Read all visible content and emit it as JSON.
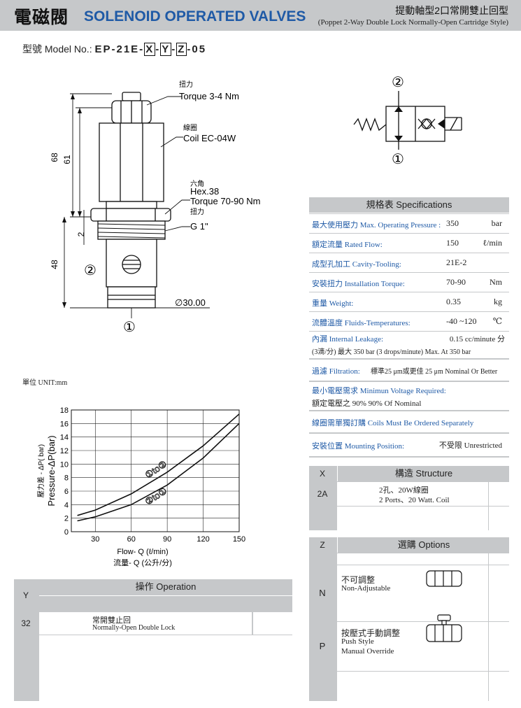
{
  "header": {
    "title_cn": "電磁閥",
    "title_en": "SOLENOID OPERATED VALVES",
    "subtitle_cn": "提動軸型2口常開雙止回型",
    "subtitle_en": "(Poppet 2-Way Double Lock Normally-Open Cartridge Style)"
  },
  "model": {
    "label": "型號 Model No.:",
    "prefix": "EP-21E-",
    "x": "X",
    "y": "Y",
    "z": "Z",
    "suffix": "-05",
    "sep": "-"
  },
  "drawing": {
    "torque_cn": "扭力",
    "torque": "Torque 3-4 Nm",
    "coil_cn": "線圈",
    "coil": "Coil EC-04W",
    "hex_cn": "六角",
    "hex": "Hex.38",
    "hex_torque": "Torque 70-90 Nm",
    "hex_torque_cn": "扭力",
    "thread": "G 1\"",
    "dim_68": "68",
    "dim_61": "61",
    "dim_2": "2",
    "dim_48": "48",
    "dia": "∅30.00",
    "port2": "②",
    "port1": "①",
    "unit": "單位 UNIT:mm"
  },
  "symbol": {
    "port2": "②",
    "port1": "①"
  },
  "specs": {
    "title": "規格表 Specifications",
    "rows": [
      {
        "key": "最大使用壓力 Max. Operating Pressure :",
        "value": "350",
        "unit": "bar"
      },
      {
        "key": "額定流量 Rated Flow:",
        "value": "150",
        "unit": "ℓ/min"
      },
      {
        "key": "成型孔加工 Cavity-Tooling:",
        "value": "21E-2",
        "unit": ""
      },
      {
        "key": "安裝扭力 Installation Torque:",
        "value": "70-90",
        "unit": "Nm"
      },
      {
        "key": "重量 Weight:",
        "value": "0.35",
        "unit": "kg"
      },
      {
        "key": "流體溫度 Fluids-Temperatures:",
        "value": "-40 ~120",
        "unit": "℃"
      }
    ],
    "leak_key": "內漏 Internal Leakage:",
    "leak_val": "0.15 cc/minute 分",
    "leak_line2": "(3滴/分) 最大 350 bar   (3 drops/minute) Max. At 350 bar",
    "filt_key": "過濾 Filtration:",
    "filt_val": "標準25 μm或更佳 25 μm Nominal Or Better",
    "minv_key": "最小電壓需求 Minimun Voltage Required:",
    "minv_val": "額定電壓之 90%     90% Of Nominal",
    "coil_order": "線圈需單獨訂購 Coils Must Be Ordered Separately",
    "mount_key": "安裝位置 Mounting Position:",
    "mount_val": "不受限  Unrestricted"
  },
  "structure": {
    "head_code": "X",
    "head_title": "構造 Structure",
    "code": "2A",
    "desc_cn": "2孔、20W線圈",
    "desc_en": "2 Ports、20 Watt. Coil"
  },
  "options": {
    "head_code": "Z",
    "head_title": "選購 Options",
    "rows": [
      {
        "code": "N",
        "cn": "不可調整",
        "en1": "Non-Adjustable",
        "en2": ""
      },
      {
        "code": "P",
        "cn": "按壓式手動調整",
        "en1": "Push Style",
        "en2": "Manual Override"
      }
    ]
  },
  "operation": {
    "head_code": "Y",
    "head_title": "操作 Operation",
    "code": "32",
    "cn": "常開雙止回",
    "en": "Normally-Open Double Lock"
  },
  "chart_data": {
    "type": "line",
    "x_ticks": [
      "30",
      "60",
      "90",
      "120",
      "150"
    ],
    "y_ticks": [
      "0",
      "2",
      "4",
      "6",
      "8",
      "10",
      "12",
      "14",
      "16",
      "18"
    ],
    "xlim": [
      10,
      150
    ],
    "ylim": [
      0,
      18
    ],
    "xlabel": "Flow- Q (ℓ/min)",
    "xlabel_cn": "流量- Q (公升/分)",
    "ylabel": "Pressure-ΔP(bar)",
    "ylabel_cn": "壓力差 - ΔP( bar)",
    "grid": true,
    "series": [
      {
        "name": "①to②",
        "x": [
          15,
          30,
          60,
          90,
          120,
          150
        ],
        "y": [
          2.4,
          3.2,
          5.6,
          8.8,
          12.7,
          17.4
        ]
      },
      {
        "name": "②to①",
        "x": [
          15,
          30,
          60,
          90,
          120,
          150
        ],
        "y": [
          1.6,
          2.2,
          4.0,
          6.9,
          10.9,
          16.0
        ]
      }
    ]
  }
}
